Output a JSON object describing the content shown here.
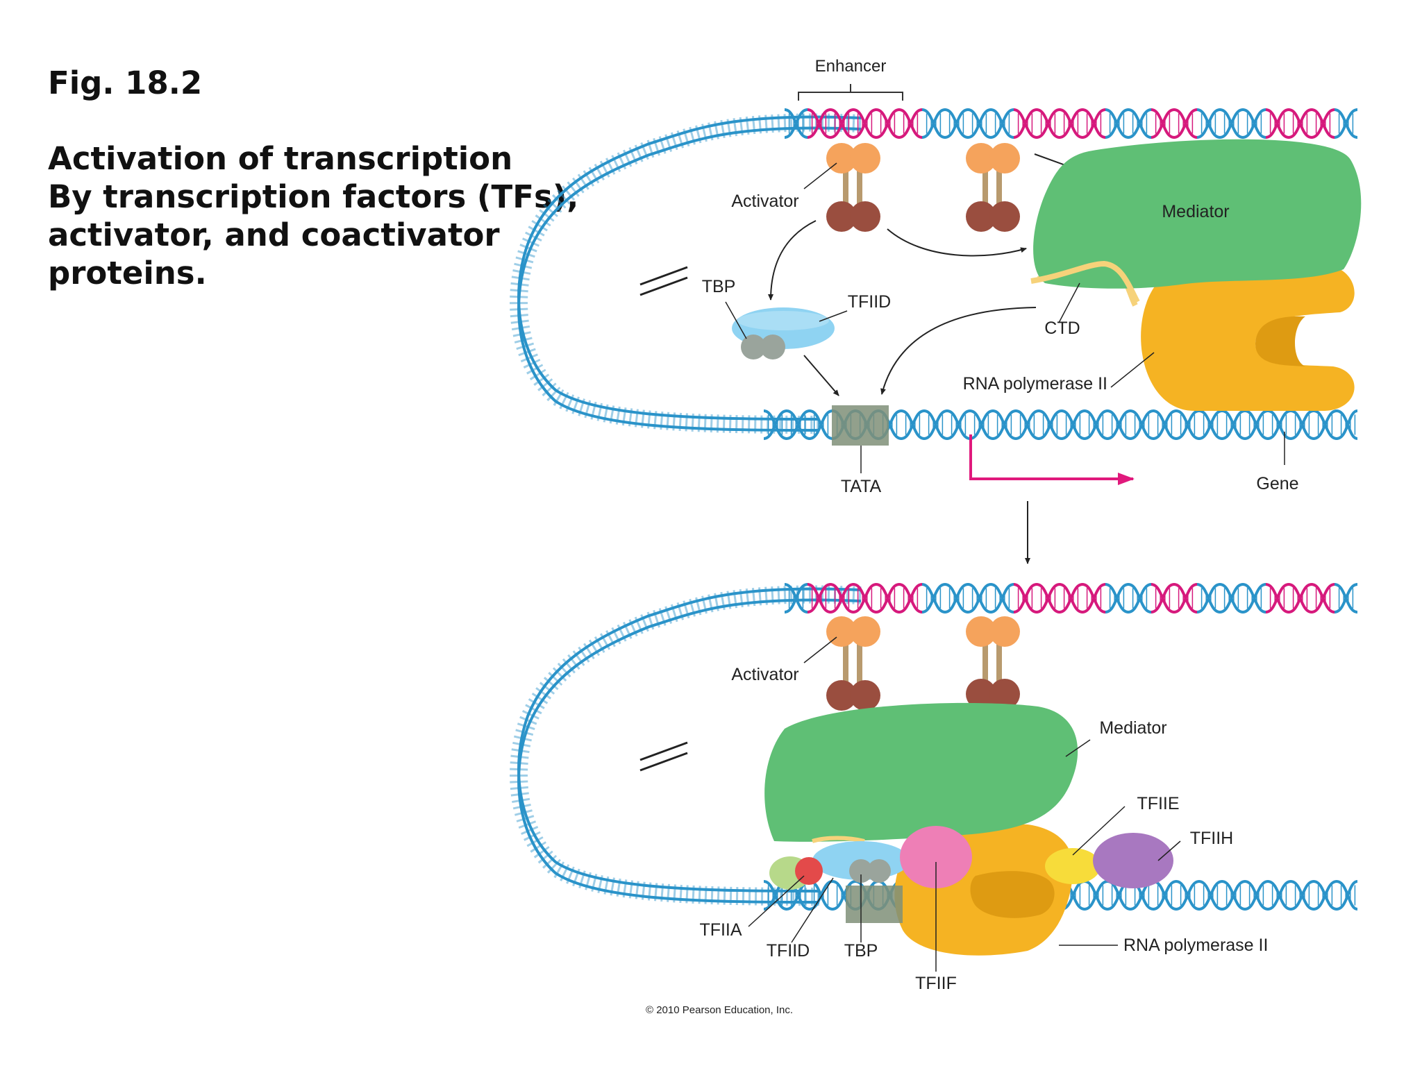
{
  "caption": {
    "figure": "Fig. 18.2",
    "lines": [
      "Activation of transcription",
      "By transcription factors (TFs),",
      "activator, and coactivator",
      "proteins."
    ]
  },
  "top_panel": {
    "enhancer": "Enhancer",
    "activator": "Activator",
    "mediator": "Mediator",
    "tbp": "TBP",
    "tfiid": "TFIID",
    "ctd": "CTD",
    "rna_pol": "RNA polymerase II",
    "tata": "TATA",
    "gene": "Gene"
  },
  "bottom_panel": {
    "activator": "Activator",
    "mediator": "Mediator",
    "tfiie": "TFIIE",
    "tfiih": "TFIIH",
    "tfiia": "TFIIA",
    "tfiid": "TFIID",
    "tbp": "TBP",
    "tfiif": "TFIIF",
    "rna_pol": "RNA polymerase II"
  },
  "copyright": "© 2010 Pearson Education, Inc.",
  "colors": {
    "dna_blue": "#2a93c9",
    "enhancer_magenta": "#d6197c",
    "mediator_green": "#5fbf75",
    "polymerase_yellow": "#f5b323",
    "tfiid_blue": "#8fd3f2",
    "tbp_gray": "#9aa49c",
    "activator_orange": "#f5a35c",
    "activator_brown": "#9a4e3f",
    "tfiih_purple": "#a878c0",
    "tfiie_yellow": "#f7dc3a",
    "tfiif_pink": "#ee7fb6",
    "tfiia_red": "#e34a4a",
    "arrow_magenta": "#e0197c"
  }
}
